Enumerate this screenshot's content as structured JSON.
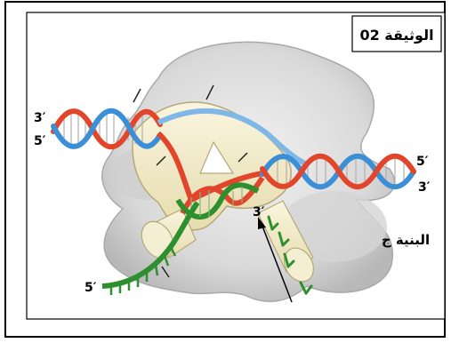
{
  "document": {
    "title": "الوثيقة 02",
    "structure_label": "البنية ج"
  },
  "labels": {
    "left_top_3": "3′",
    "left_bottom_5": "5′",
    "right_top_5": "5′",
    "right_bottom_3": "3′",
    "new_strand_5": "5′",
    "rna_3": "3′"
  },
  "colors": {
    "strand_blue": "#3b8fd6",
    "strand_red": "#e2452a",
    "strand_green": "#2e8f2e",
    "enzyme_gray": "#d8d8d8",
    "channel_yellow": "#f3eccb"
  }
}
